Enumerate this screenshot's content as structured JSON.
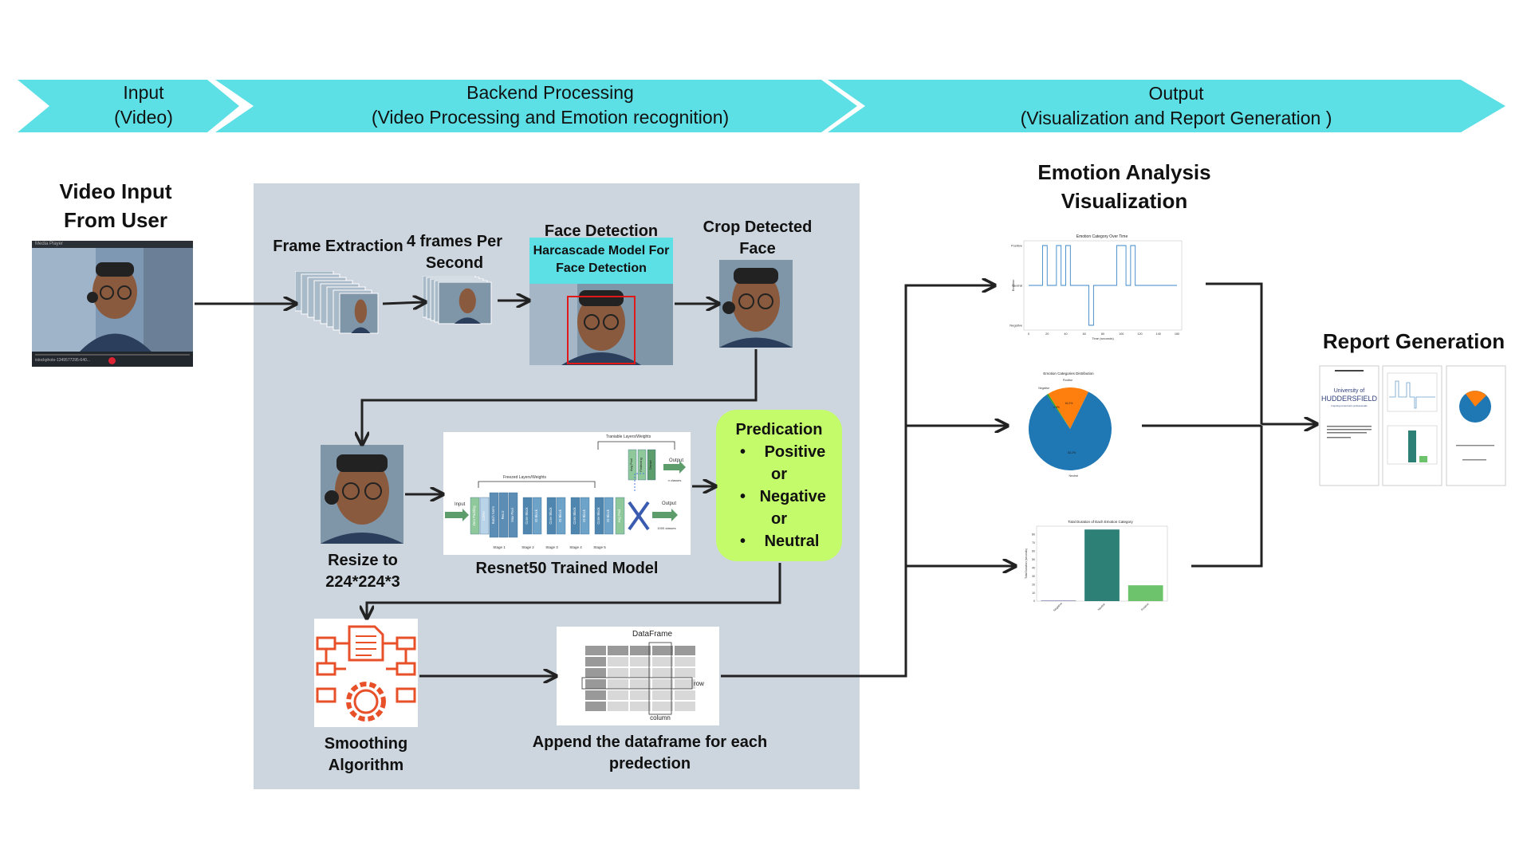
{
  "stages": {
    "input": {
      "line1": "Input",
      "line2": "(Video)"
    },
    "backend": {
      "line1": "Backend Processing",
      "line2": "(Video Processing and Emotion recognition)"
    },
    "output": {
      "line1": "Output",
      "line2": "(Visualization and Report Generation )"
    }
  },
  "video_input": {
    "line1": "Video Input",
    "line2": "From User"
  },
  "frame_extraction": "Frame Extraction",
  "fps": {
    "line1": "4 frames Per",
    "line2": "Second"
  },
  "face_detection": {
    "title": "Face Detection",
    "model_line1": "Harcascade Model For",
    "model_line2": "Face Detection"
  },
  "crop": {
    "line1": "Crop Detected",
    "line2": "Face"
  },
  "resize": {
    "line1": "Resize to",
    "line2": "224*224*3"
  },
  "resnet": {
    "caption": "Resnet50 Trained Model",
    "top_label": "Traniable Layers/Weights",
    "frozen_label": "Freezed Layers/Weights",
    "input": "Input",
    "output_top": "Output",
    "output_top_sub": "n classes",
    "output_bottom": "Output",
    "output_bottom_sub": "1000 classes",
    "blocks": [
      "Zero Padding",
      "CONV",
      "Batch Norm",
      "ReLU",
      "Max Pool",
      "Conv Block",
      "ID Block",
      "Conv Block",
      "ID Block",
      "Conv Block",
      "ID Block",
      "Conv Block",
      "ID Block",
      "Avg Pool",
      "Flattening",
      "Dense",
      "FC"
    ],
    "stages": [
      "Stage 1",
      "Stage 2",
      "Stage 3",
      "Stage 4",
      "Stage 5"
    ]
  },
  "prediction": {
    "title": "Predication",
    "opt1": "Positive",
    "or1": "or",
    "opt2": "Negative",
    "or2": "or",
    "opt3": "Neutral"
  },
  "smoothing": {
    "line1": "Smoothing",
    "line2": "Algorithm"
  },
  "dataframe": {
    "title": "DataFrame",
    "row": "row",
    "column": "column",
    "caption_line1": "Append the dataframe for each",
    "caption_line2": "predection"
  },
  "visualization": {
    "line1": "Emotion Analysis",
    "line2": "Visualization"
  },
  "report": {
    "title": "Report Generation",
    "university_line1": "University of",
    "university_line2": "HUDDERSFIELD",
    "tagline": "Inspiring tomorrow's professionals"
  },
  "video_player": {
    "title": "Media Player",
    "filename": "istockphoto-1349577295-640..."
  },
  "chart_data": [
    {
      "type": "line",
      "title": "Emotion Category Over Time",
      "xlabel": "Time (seconds)",
      "ylabel": "Emotion",
      "yticks": [
        "Positive",
        "Neutral",
        "Negative"
      ],
      "x": [
        0,
        5,
        10,
        15,
        20,
        25,
        30,
        35,
        40,
        45,
        50,
        55,
        60,
        65,
        70,
        75,
        80,
        85,
        90,
        95,
        100,
        105,
        110,
        115,
        120,
        125,
        130,
        135,
        140,
        145,
        150,
        155,
        160
      ],
      "values": [
        0,
        0,
        0,
        1,
        0,
        0,
        1,
        0,
        1,
        0,
        0,
        0,
        0,
        -1,
        0,
        0,
        0,
        0,
        0,
        1,
        1,
        0,
        1,
        0,
        0,
        0,
        0,
        0,
        0,
        0,
        0,
        0,
        0
      ],
      "xticks": [
        "0",
        "20",
        "40",
        "60",
        "80",
        "100",
        "120",
        "140",
        "160"
      ]
    },
    {
      "type": "pie",
      "title": "Emotion Categories Distribution",
      "categories": [
        "Positive",
        "Neutral",
        "Negative"
      ],
      "values": [
        16.2,
        83.2,
        0.6
      ],
      "colors": [
        "#ff7f0e",
        "#1f77b4",
        "#2ca02c"
      ]
    },
    {
      "type": "bar",
      "title": "Total Duration of Each Emotion Category",
      "ylabel": "Total Duration (seconds)",
      "categories": [
        "Negative",
        "Neutral",
        "Positive"
      ],
      "values": [
        0.5,
        86,
        19
      ],
      "ylim": [
        0,
        90
      ],
      "yticks": [
        "0",
        "10",
        "20",
        "30",
        "40",
        "50",
        "60",
        "70",
        "80"
      ],
      "colors": [
        "#3b4a87",
        "#2d8075",
        "#6cc36c"
      ]
    }
  ]
}
